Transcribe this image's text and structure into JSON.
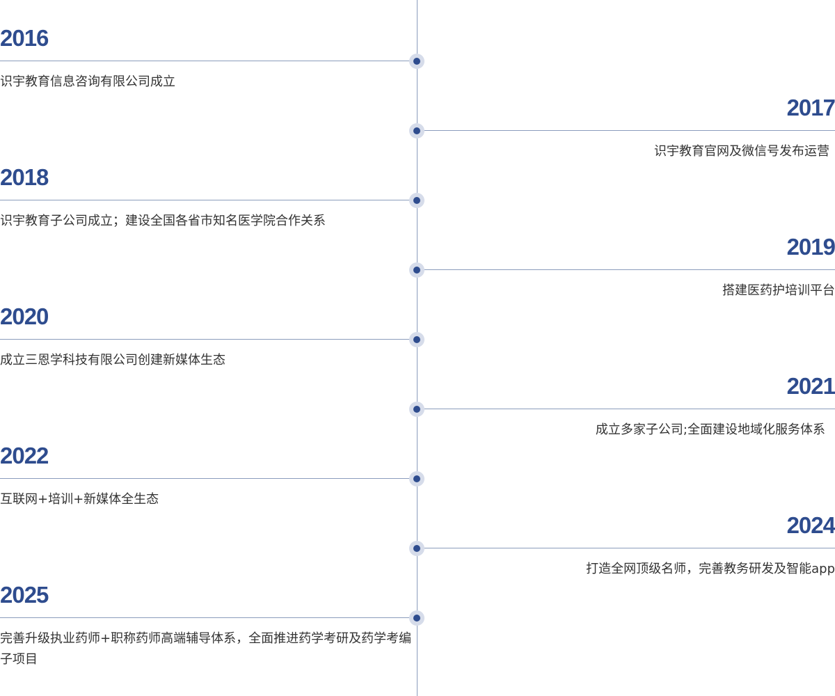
{
  "timeline": {
    "entries": [
      {
        "year": "2016",
        "text": "识宇教育信息咨询有限公司成立"
      },
      {
        "year": "2017",
        "text": "识宇教育官网及微信号发布运营"
      },
      {
        "year": "2018",
        "text": "识宇教育子公司成立；建设全国各省市知名医学院合作关系"
      },
      {
        "year": "2019",
        "text": "搭建医药护培训平台"
      },
      {
        "year": "2020",
        "text": "成立三恩学科技有限公司创建新媒体生态"
      },
      {
        "year": "2021",
        "text": "成立多家子公司;全面建设地域化服务体系"
      },
      {
        "year": "2022",
        "text": "互联网+培训+新媒体全生态"
      },
      {
        "year": "2024",
        "text": "打造全网顶级名师，完善教务研发及智能app"
      },
      {
        "year": "2025",
        "text": "完善升级执业药师+职称药师高端辅导体系，全面推进药学考研及药学考编子项目"
      }
    ]
  },
  "colors": {
    "accent": "#2e4c8e",
    "line": "#8a9cbc",
    "dot_halo": "#d6dcea",
    "text": "#333333"
  }
}
